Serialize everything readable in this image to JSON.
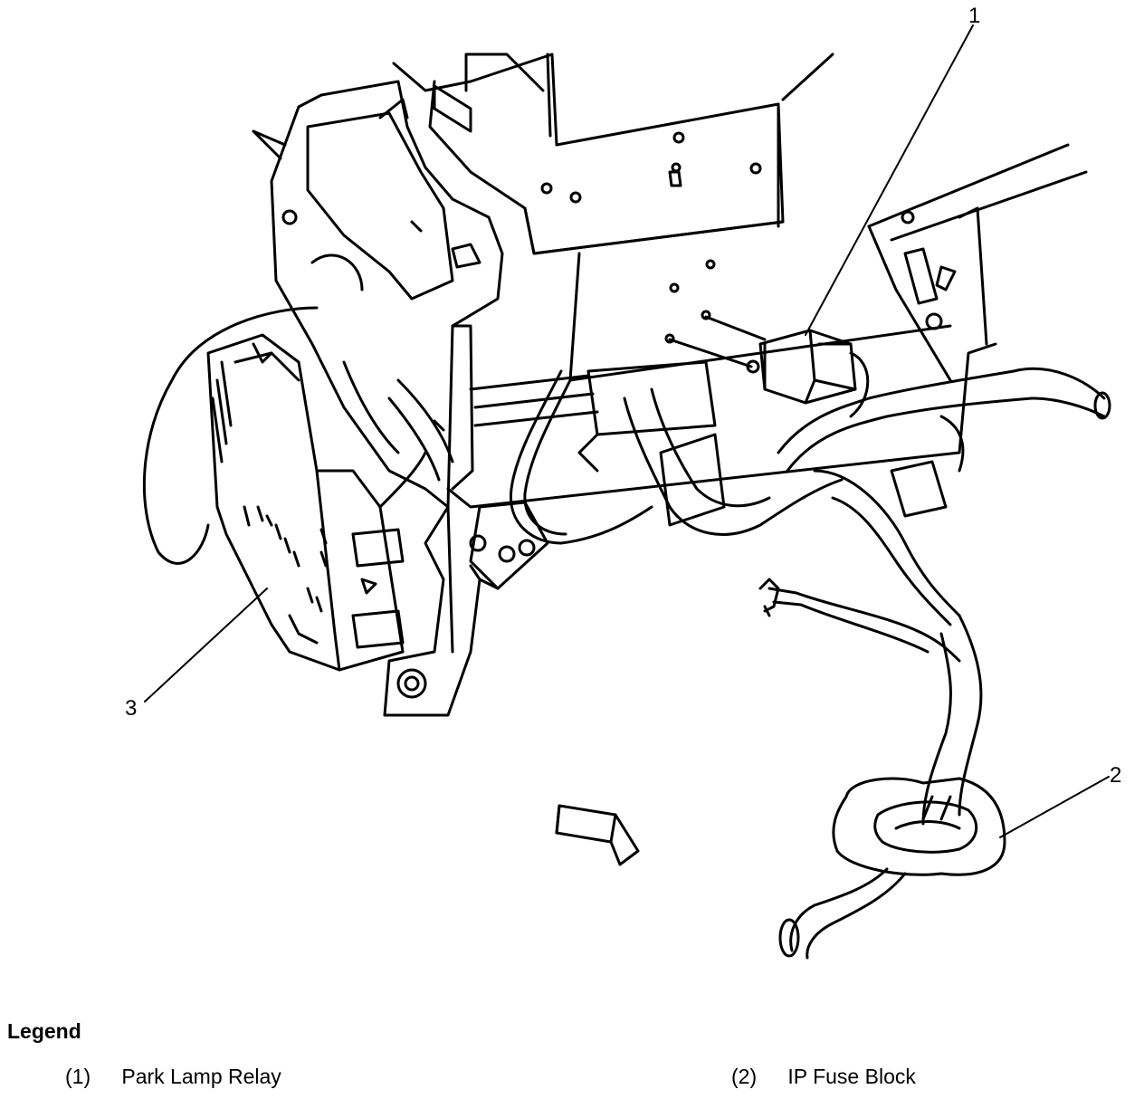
{
  "diagram": {
    "callouts": [
      {
        "id": "1",
        "label": "1"
      },
      {
        "id": "2",
        "label": "2"
      },
      {
        "id": "3",
        "label": "3"
      }
    ]
  },
  "legend": {
    "title": "Legend",
    "items": [
      {
        "number": "(1)",
        "label": "Park Lamp Relay"
      },
      {
        "number": "(2)",
        "label": "IP Fuse Block"
      }
    ]
  },
  "colors": {
    "line": "#000000",
    "background": "#ffffff"
  }
}
